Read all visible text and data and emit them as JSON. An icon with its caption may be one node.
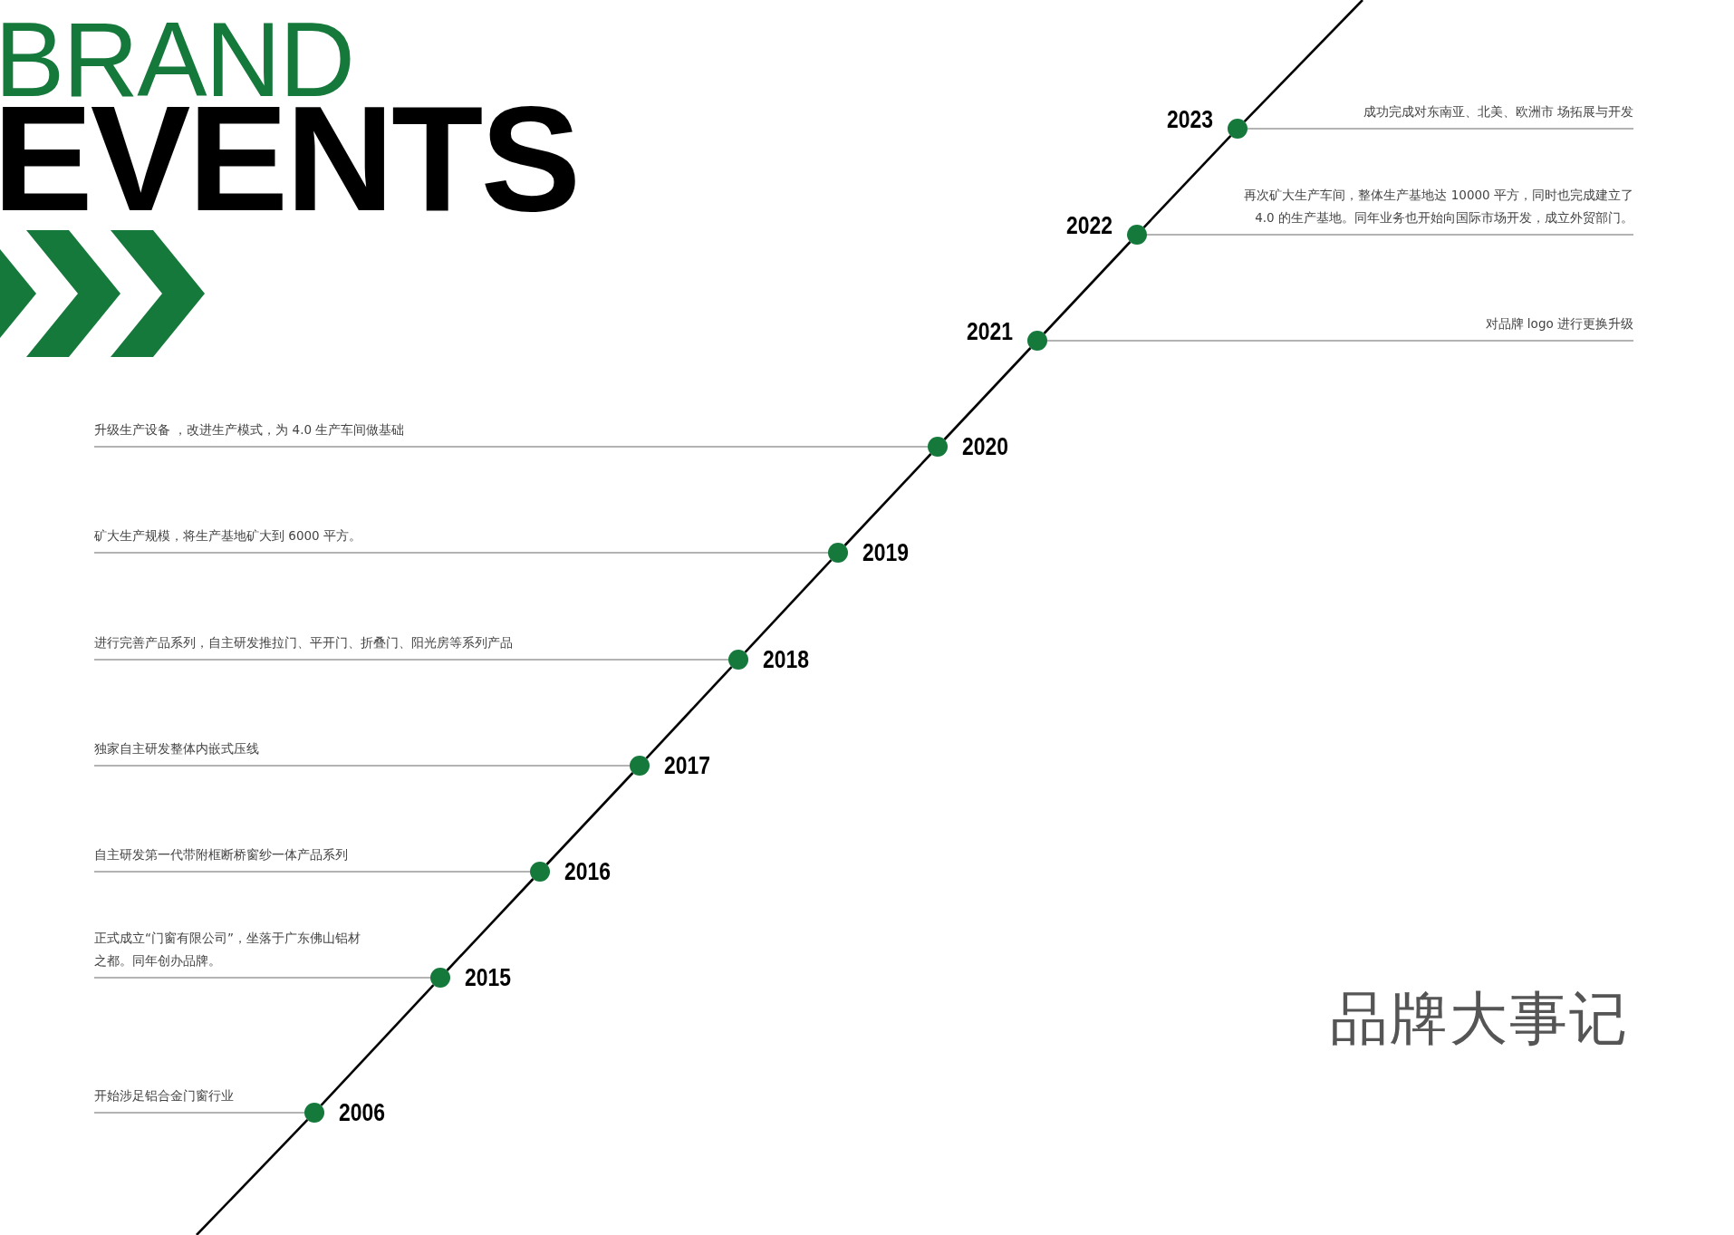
{
  "diagram": {
    "nodes": [
      {
        "text": [
          "2006"
        ]
      },
      {
        "text": [
          "2015"
        ]
      },
      {
        "text": [
          "2016"
        ]
      },
      {
        "text": [
          "2017"
        ]
      },
      {
        "text": [
          "2018"
        ]
      },
      {
        "text": [
          "2019"
        ]
      },
      {
        "text": [
          "2020"
        ]
      },
      {
        "text": [
          "2021"
        ]
      },
      {
        "text": [
          "2022"
        ]
      },
      {
        "text": [
          "2023"
        ]
      },
      {
        "text": [
          "开始涉足铝合金门窗行业"
        ]
      },
      {
        "text": [
          "正式成立“门窗有限公司”，坐落于广东佛山铝材之都。同年创办品牌。"
        ]
      },
      {
        "text": [
          "自主研发第一代带附框断桥窗纱一体产品系列"
        ]
      },
      {
        "text": [
          "独家自主研发整体内嵌式压线"
        ]
      },
      {
        "text": [
          "进行完善产品系列，自主研发推拉门、平开门、折叠门、阳光房等系列产品"
        ]
      },
      {
        "text": [
          "矿大生产规模，将生产基地矿大到 6000 平方。"
        ]
      },
      {
        "text": [
          "升级生产设备 ，改进生产模式，为 4.0 生产车间做基础"
        ]
      },
      {
        "text": [
          "对品牌 logo 进行更换升级"
        ]
      },
      {
        "text": [
          "再次矿大生产车间，整体生产基地达 10000 平方，同时也完成建立了 4.0 的生产基地。同年业务也开始向国际市场开发，成立外贸部门。"
        ]
      },
      {
        "text": [
          "成功完成对东南亚、北美、欧洲市 场拓展与开发"
        ]
      }
    ],
    "edges": [
      {
        "from": null,
        "to": 0,
        "arrow": "none"
      },
      {
        "from": 0,
        "to": 1,
        "arrow": "none"
      },
      {
        "from": 1,
        "to": 2,
        "arrow": "none"
      },
      {
        "from": 2,
        "to": 3,
        "arrow": "none"
      },
      {
        "from": 3,
        "to": 4,
        "arrow": "none"
      },
      {
        "from": 4,
        "to": 5,
        "arrow": "none"
      },
      {
        "from": 5,
        "to": 6,
        "arrow": "none"
      },
      {
        "from": 6,
        "to": 7,
        "arrow": "none"
      },
      {
        "from": 7,
        "to": 8,
        "arrow": "none"
      },
      {
        "from": 8,
        "to": 9,
        "arrow": "none"
      },
      {
        "from": 9,
        "to": null,
        "arrow": "none"
      },
      {
        "from": 10,
        "to": 0,
        "arrow": "none",
        "color": "#9a9a9a"
      },
      {
        "from": 11,
        "to": 1,
        "arrow": "none",
        "color": "#9a9a9a"
      },
      {
        "from": 12,
        "to": 2,
        "arrow": "none",
        "color": "#9a9a9a"
      },
      {
        "from": 13,
        "to": 3,
        "arrow": "none",
        "color": "#9a9a9a"
      },
      {
        "from": 14,
        "to": 4,
        "arrow": "none",
        "color": "#9a9a9a"
      },
      {
        "from": 15,
        "to": 5,
        "arrow": "none",
        "color": "#9a9a9a"
      },
      {
        "from": 16,
        "to": 6,
        "arrow": "none",
        "color": "#9a9a9a"
      },
      {
        "from": 17,
        "to": 7,
        "arrow": "none",
        "color": "#9a9a9a"
      },
      {
        "from": 18,
        "to": 8,
        "arrow": "none",
        "color": "#9a9a9a"
      },
      {
        "from": 19,
        "to": 9,
        "arrow": "none",
        "color": "#9a9a9a"
      }
    ],
    "labels": [
      "BRAND",
      "EVENTS",
      "品牌大事记"
    ]
  }
}
